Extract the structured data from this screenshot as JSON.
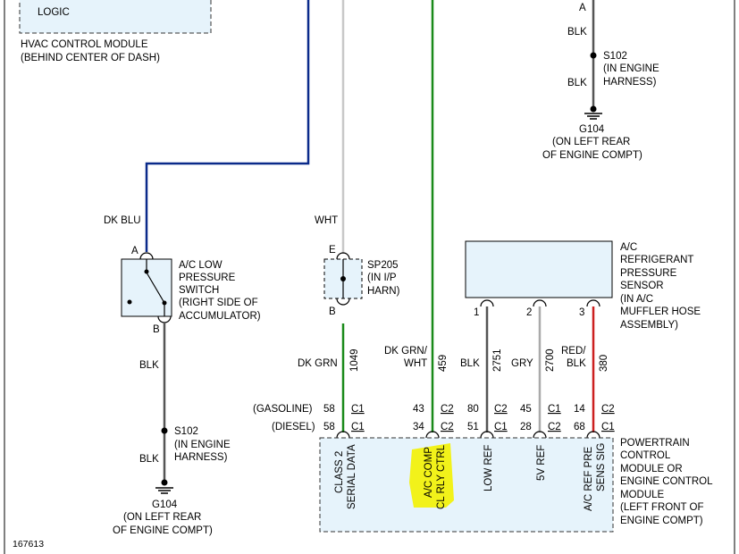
{
  "hvac_module": {
    "line1": "LOGIC",
    "caption_line1": "HVAC CONTROL MODULE",
    "caption_line2": "(BEHIND CENTER OF DASH)"
  },
  "top_ground": {
    "pin_a": "A",
    "wire_upper": "BLK",
    "splice_name": "S102",
    "splice_loc1": "(IN ENGINE",
    "splice_loc2": "HARNESS)",
    "wire_lower": "BLK",
    "ground_name": "G104",
    "ground_loc1": "(ON LEFT REAR",
    "ground_loc2": "OF ENGINE COMPT)"
  },
  "low_pressure_switch": {
    "wire_in": "DK BLU",
    "pin_a": "A",
    "pin_b": "B",
    "label1": "A/C LOW",
    "label2": "PRESSURE",
    "label3": "SWITCH",
    "label4": "(RIGHT SIDE OF",
    "label5": "ACCUMULATOR)",
    "wire_out": "BLK"
  },
  "bottom_ground": {
    "splice_name": "S102",
    "splice_loc1": "(IN ENGINE",
    "splice_loc2": "HARNESS)",
    "wire": "BLK",
    "ground_name": "G104",
    "ground_loc1": "(ON LEFT REAR",
    "ground_loc2": "OF ENGINE COMPT)"
  },
  "splice_sp205": {
    "wire_in": "WHT",
    "pin_e": "E",
    "pin_b": "B",
    "name": "SP205",
    "loc1": "(IN I/P",
    "loc2": "HARN)"
  },
  "sensor": {
    "label1": "A/C",
    "label2": "REFRIGERANT",
    "label3": "PRESSURE",
    "label4": "SENSOR",
    "label5": "(IN A/C",
    "label6": "MUFFLER HOSE",
    "label7": "ASSEMBLY)",
    "pin1": "1",
    "pin2": "2",
    "pin3": "3"
  },
  "wires": {
    "w1_color": "DK GRN",
    "w1_circuit": "1049",
    "w2_color_1": "DK GRN/",
    "w2_color_2": "WHT",
    "w2_circuit": "459",
    "w3_color": "BLK",
    "w3_circuit": "2751",
    "w4_color": "GRY",
    "w4_circuit": "2700",
    "w5_color_1": "RED/",
    "w5_color_2": "BLK",
    "w5_circuit": "380"
  },
  "connectors": {
    "gasoline_label": "(GASOLINE)",
    "diesel_label": "(DIESEL)",
    "gas_pins": [
      "58",
      "43",
      "80",
      "45",
      "14"
    ],
    "gas_conns": [
      "C1",
      "C2",
      "C2",
      "C1",
      "C2"
    ],
    "diesel_pins": [
      "58",
      "34",
      "51",
      "28",
      "68"
    ],
    "diesel_conns": [
      "C1",
      "C2",
      "C1",
      "C2",
      "C1"
    ]
  },
  "pcm": {
    "fn1_a": "CLASS 2",
    "fn1_b": "SERIAL DATA",
    "fn2_a": "A/C COMP",
    "fn2_b": "CL RLY CTRL",
    "fn3_a": "LOW REF",
    "fn4_a": "5V REF",
    "fn5_a": "A/C REF PRE",
    "fn5_b": "SENS SIG",
    "label1": "POWERTRAIN",
    "label2": "CONTROL",
    "label3": "MODULE OR",
    "label4": "ENGINE CONTROL",
    "label5": "MODULE",
    "label6": "(LEFT FRONT OF",
    "label7": "ENGINE COMPT)"
  },
  "figure_number": "167613",
  "colors": {
    "dk_blu": "#0a2a8a",
    "wht": "#c8c8c8",
    "dk_grn": "#1a8a1a",
    "blk": "#555555",
    "gry": "#aaaaaa",
    "red": "#cc2020",
    "box_fill": "#e6f3fb",
    "highlight": "#f2f21a"
  }
}
